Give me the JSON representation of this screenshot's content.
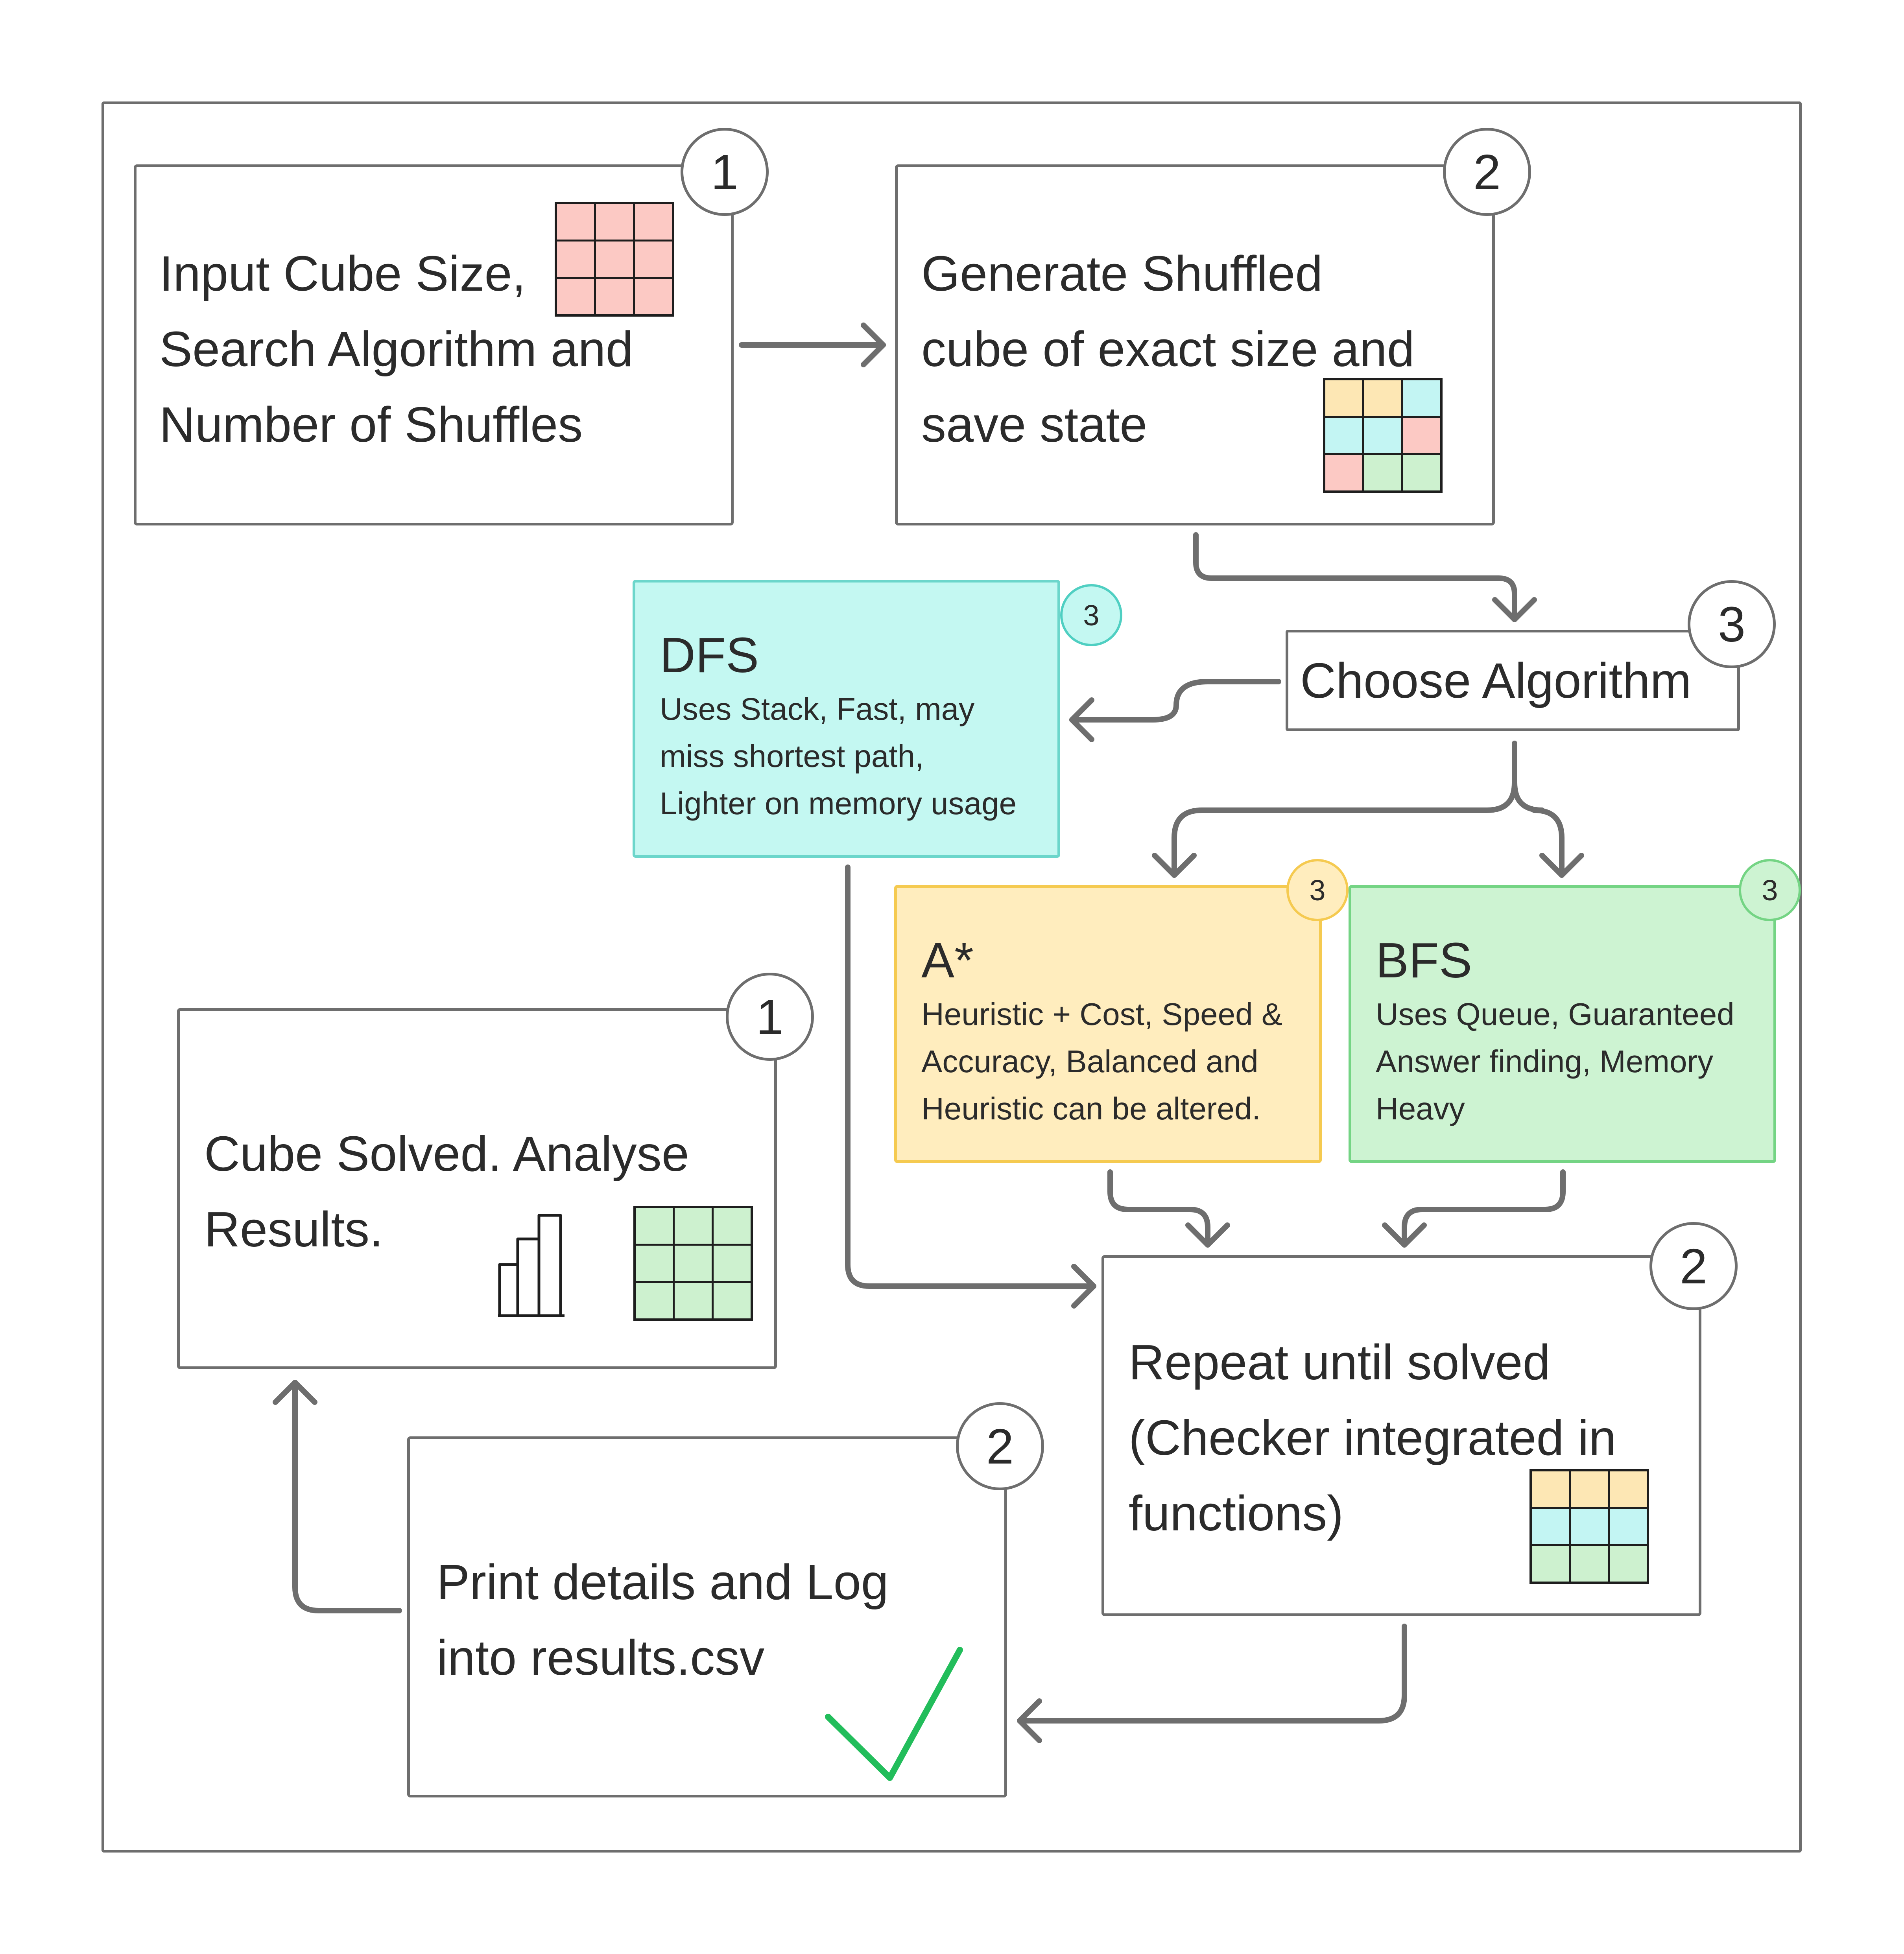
{
  "colors": {
    "stroke": "#6e6e6e",
    "dfs_fill": "#c4f8f2",
    "astar_fill": "#ffedbe",
    "bfs_fill": "#cdf3d2",
    "cell_red": "#fcc9c4",
    "cell_yellow": "#fde7b4",
    "cell_cyan": "#c3f5f3",
    "cell_green": "#cdf1cf",
    "check_green": "#22bd5b"
  },
  "steps": {
    "input": {
      "badge": "1",
      "lines": [
        "Input Cube Size,",
        "Search Algorithm and",
        "Number of Shuffles"
      ]
    },
    "generate": {
      "badge": "2",
      "lines": [
        "Generate Shuffled",
        "cube of  exact size and",
        "save state"
      ]
    },
    "choose": {
      "badge": "3",
      "label": "Choose Algorithm"
    },
    "dfs": {
      "badge": "3",
      "title": "DFS",
      "lines": [
        "Uses Stack, Fast, may",
        "miss shortest path,",
        "Lighter on memory usage"
      ]
    },
    "astar": {
      "badge": "3",
      "title": "A*",
      "lines": [
        "Heuristic + Cost, Speed &",
        "Accuracy, Balanced and",
        "Heuristic can be altered."
      ]
    },
    "bfs": {
      "badge": "3",
      "title": "BFS",
      "lines": [
        "Uses Queue, Guaranteed",
        "Answer finding, Memory",
        "Heavy"
      ]
    },
    "repeat": {
      "badge": "2",
      "lines": [
        "Repeat until solved",
        "(Checker integrated in",
        "functions)"
      ]
    },
    "print": {
      "badge": "2",
      "lines": [
        "Print details and Log",
        "into results.csv"
      ]
    },
    "solved": {
      "badge": "1",
      "lines": [
        "Cube Solved. Analyse",
        "Results."
      ]
    }
  },
  "icons": {
    "input_grid": "cube-grid-icon",
    "generate_grid": "shuffled-cube-icon",
    "repeat_grid": "partially-solved-cube-icon",
    "solved_grid": "solved-cube-icon",
    "chart": "bar-chart-icon",
    "check": "checkmark-icon"
  }
}
